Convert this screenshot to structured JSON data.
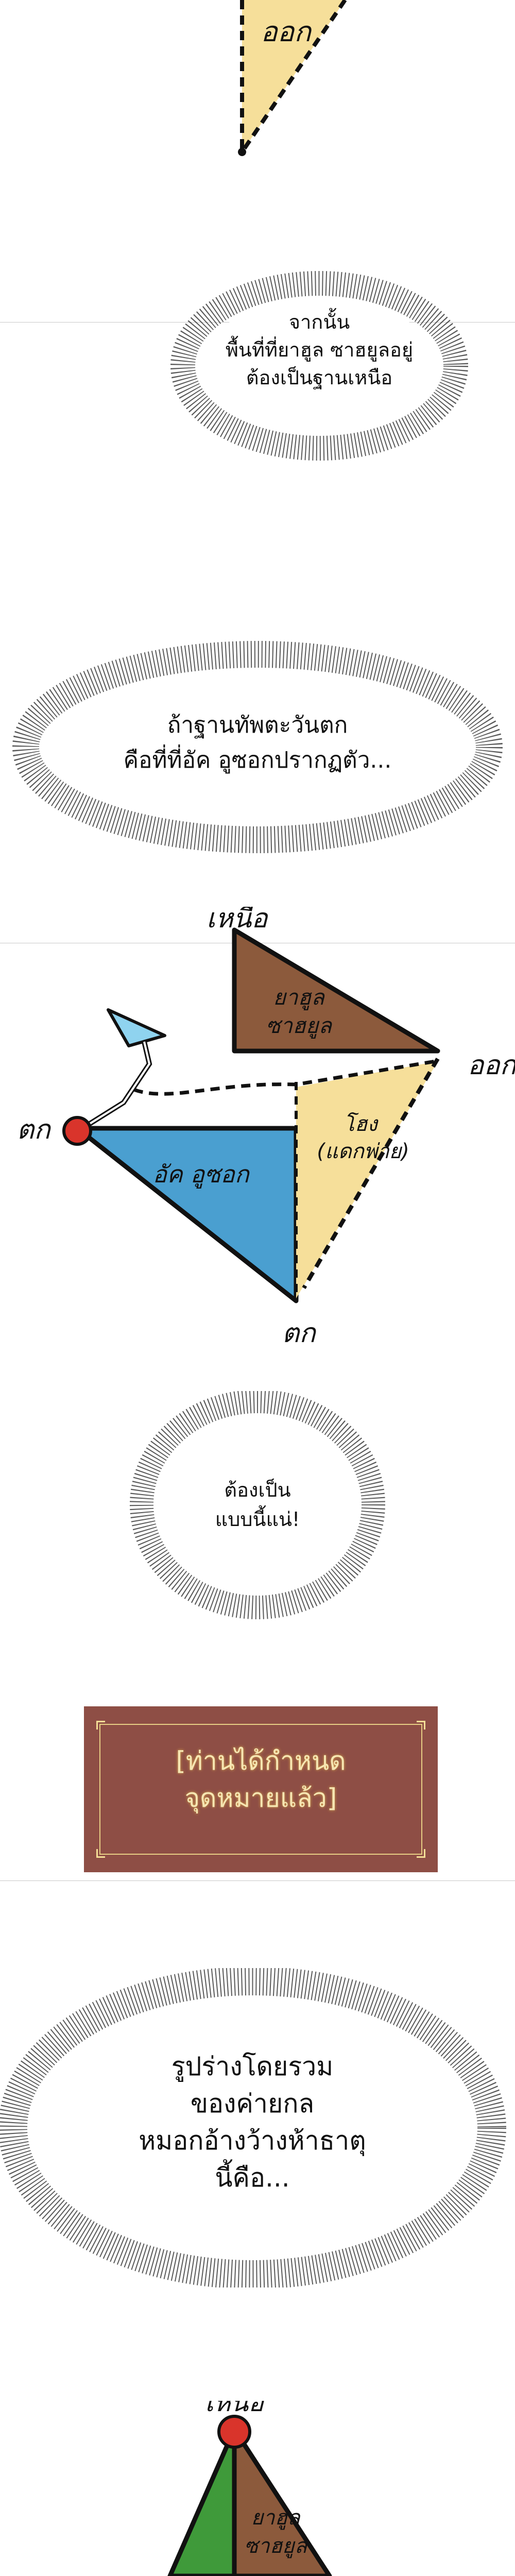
{
  "panel_top": {
    "label_east": "ออก"
  },
  "bubble_1": {
    "lines": [
      "จากนั้น",
      "พื้นที่ที่ยาฮูล ซาฮยูลอยู่",
      "ต้องเป็นฐานเหนือ"
    ]
  },
  "bubble_2": {
    "lines": [
      "ถ้าฐานทัพตะวันตก",
      "คือที่ที่อัค อูซอกปรากฏตัว..."
    ]
  },
  "map_1": {
    "north": "เหนือ",
    "east": "ออก",
    "west": "ตก",
    "south": "ตก",
    "region_north": [
      "ยาฮูล",
      "ซาฮยูล"
    ],
    "region_west": "อัค อูซอก",
    "region_east": [
      "โฮง",
      "(แดกพ่าย)"
    ],
    "colors": {
      "brown": "#8c5a3c",
      "blue": "#4a9fd0",
      "cream": "#f6df9a",
      "red_marker": "#d9342b",
      "flag": "#8fd3ef"
    }
  },
  "bubble_3": {
    "lines": [
      "ต้องเป็น",
      "แบบนี้แน่!"
    ]
  },
  "system_window": {
    "lines": [
      "[ท่านได้กำหนด",
      "จุดหมายแล้ว]"
    ],
    "colors": {
      "background": "#8e4e45",
      "frame": "#e8cf85",
      "text": "#f6e6b2"
    }
  },
  "bubble_4": {
    "lines": [
      "รูปร่างโดยรวม",
      "ของค่ายกล",
      "หมอกอ้างว้างห้าธาตุ",
      "นี้คือ..."
    ]
  },
  "map_2": {
    "north": "เหนือ",
    "region_north": [
      "ยาฮูล",
      "ซาฮยูล"
    ],
    "colors": {
      "green": "#3f9a3a",
      "brown": "#8c5a3c",
      "red_marker": "#d9342b"
    }
  }
}
